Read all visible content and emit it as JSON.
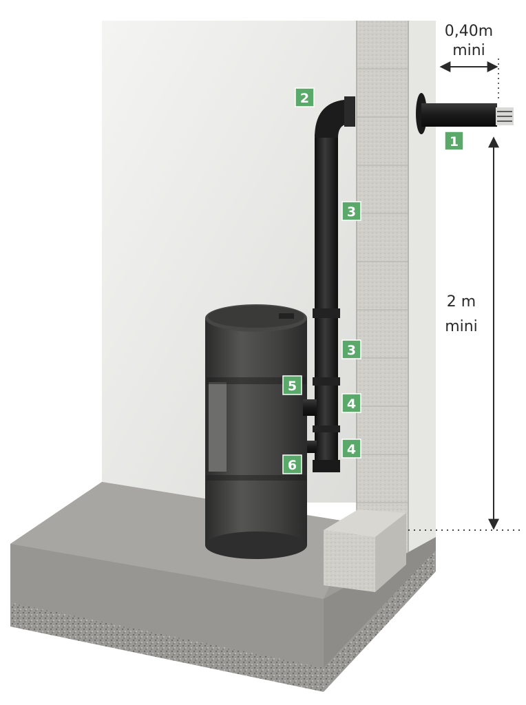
{
  "colors": {
    "badge_green": "#5aa86a",
    "pipe_black": "#1c1c1c",
    "stove_body": "#3a3a3a",
    "wall_white": "#ececea",
    "block_grey": "#c9c8c3",
    "floor_grey": "#8f8f8c"
  },
  "dimensions": {
    "wall_distance": {
      "value": "0,40m",
      "note": "mini"
    },
    "height": {
      "value": "2 m",
      "note": "mini"
    }
  },
  "badges": {
    "b1": "1",
    "b2": "2",
    "b3a": "3",
    "b3b": "3",
    "b4a": "4",
    "b4b": "4",
    "b5": "5",
    "b6": "6"
  }
}
